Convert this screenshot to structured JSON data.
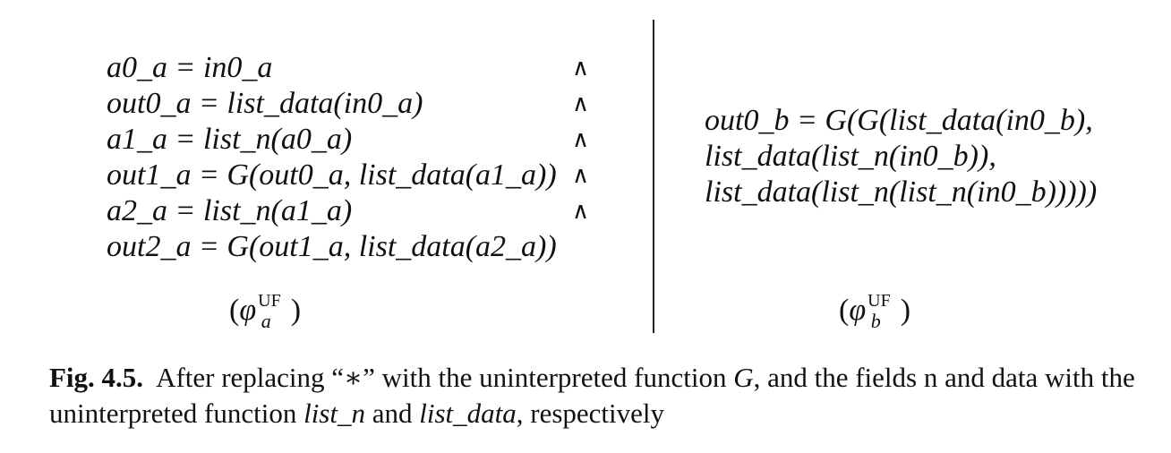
{
  "left_equations": [
    {
      "text": "a0_a = in0_a",
      "conj": "∧"
    },
    {
      "text": "out0_a = list_data(in0_a)",
      "conj": "∧"
    },
    {
      "text": "a1_a = list_n(a0_a)",
      "conj": "∧"
    },
    {
      "text": "out1_a = G(out0_a, list_data(a1_a))",
      "conj": "∧"
    },
    {
      "text": "a2_a = list_n(a1_a)",
      "conj": "∧"
    },
    {
      "text": "out2_a = G(out1_a, list_data(a2_a))",
      "conj": ""
    }
  ],
  "right_equations": [
    "out0_b = G(G(list_data(in0_b),",
    "list_data(list_n(in0_b)),",
    "list_data(list_n(list_n(in0_b)))))"
  ],
  "phi_a": {
    "open": "(",
    "phi": "φ",
    "sup": "UF",
    "sub": "a",
    "close": ")"
  },
  "phi_b": {
    "open": "(",
    "phi": "φ",
    "sup": "UF",
    "sub": "b",
    "close": ")"
  },
  "caption": {
    "label": "Fig. 4.5.",
    "text_1": "After replacing “∗” with the uninterpreted function ",
    "G": "G",
    "text_2": ", and the fields n and data with the uninterpreted function ",
    "list_n": "list_n",
    "text_3": " and ",
    "list_data": "list_data",
    "text_4": ", respectively"
  }
}
